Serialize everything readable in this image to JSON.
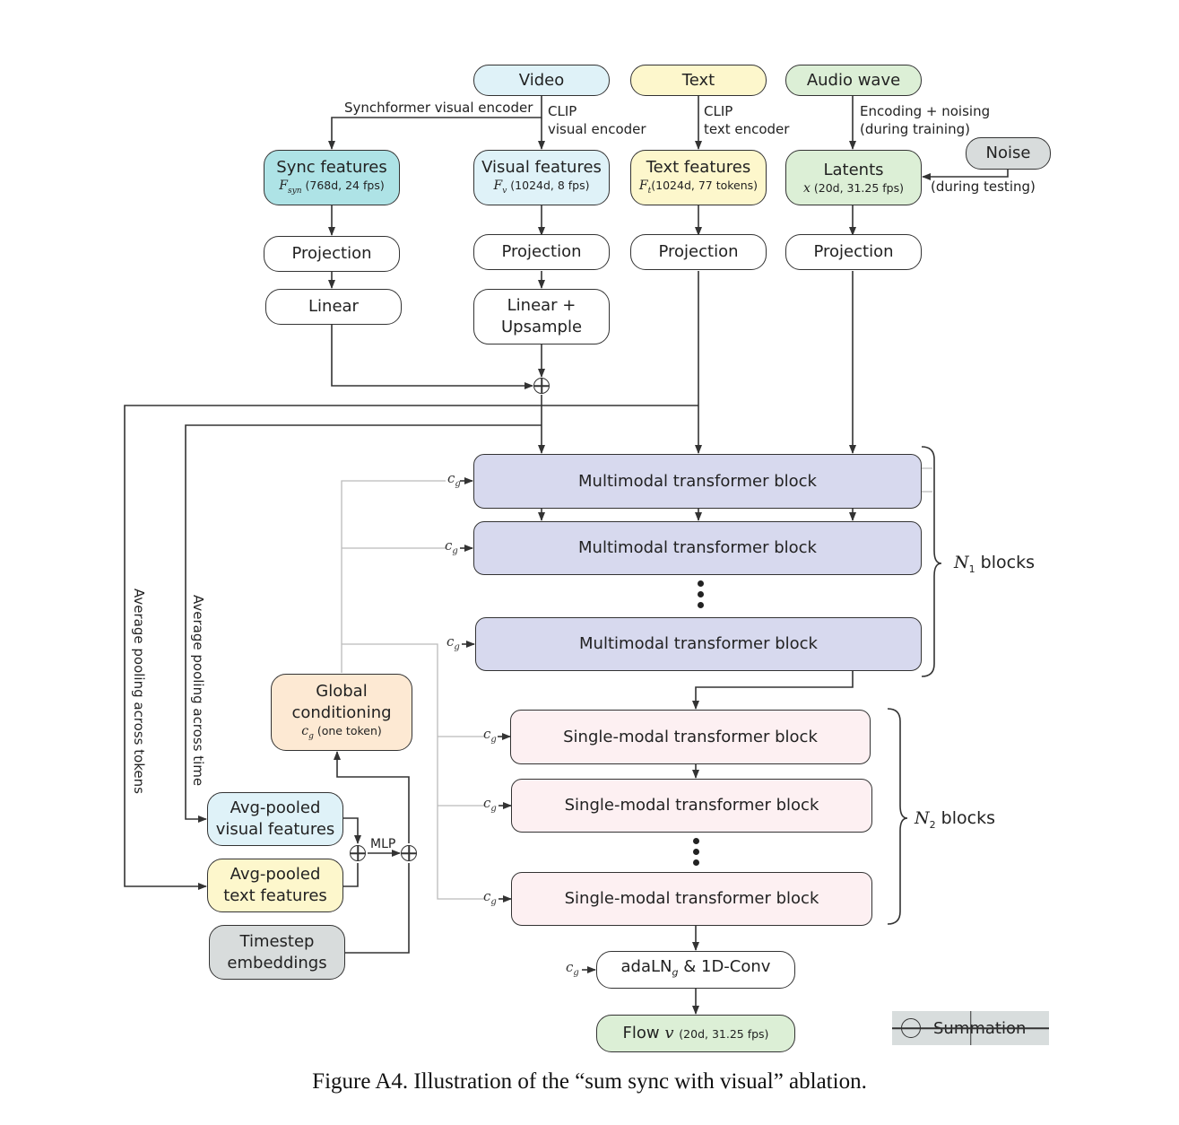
{
  "inputs": {
    "video": "Video",
    "text": "Text",
    "audio": "Audio wave",
    "noise": "Noise"
  },
  "edges": {
    "synchformer": "Synchformer visual encoder",
    "clip_visual_1": "CLIP",
    "clip_visual_2": "visual encoder",
    "clip_text_1": "CLIP",
    "clip_text_2": "text encoder",
    "encoding_1": "Encoding + noising",
    "encoding_2": "(during training)",
    "during_testing": "(during testing)",
    "mlp": "MLP",
    "avg_tokens": "Average pooling across tokens",
    "avg_time": "Average pooling across time"
  },
  "features": {
    "sync": {
      "title": "Sync features",
      "sym": "F",
      "symsub": "syn",
      "detail": "(768d, 24 fps)"
    },
    "visual": {
      "title": "Visual features",
      "sym": "F",
      "symsub": "v",
      "detail": "(1024d, 8 fps)"
    },
    "text": {
      "title": "Text features",
      "sym": "F",
      "symsub": "t",
      "detail": "(1024d, 77 tokens)"
    },
    "latents": {
      "title": "Latents",
      "sym": "x",
      "detail": "(20d, 31.25 fps)"
    }
  },
  "projection": "Projection",
  "linear": "Linear",
  "linear_upsample_1": "Linear +",
  "linear_upsample_2": "Upsample",
  "multimodal_block": "Multimodal transformer block",
  "singlemodal_block": "Single-modal transformer block",
  "n1_blocks": {
    "sym": "N",
    "sub": "1",
    "text": "blocks"
  },
  "n2_blocks": {
    "sym": "N",
    "sub": "2",
    "text": "blocks"
  },
  "global": {
    "line1": "Global",
    "line2": "conditioning",
    "sym": "c",
    "symsub": "g",
    "detail": "(one token)"
  },
  "avg_visual": {
    "line1": "Avg-pooled",
    "line2": "visual features"
  },
  "avg_text": {
    "line1": "Avg-pooled",
    "line2": "text features"
  },
  "timestep": {
    "line1": "Timestep",
    "line2": "embeddings"
  },
  "cg": {
    "sym": "c",
    "sub": "g"
  },
  "adaln": {
    "pre": "adaLN",
    "sub": "g",
    "post": "& 1D-Conv"
  },
  "flow": {
    "pre": "Flow",
    "sym": "v",
    "detail": "(20d, 31.25 fps)"
  },
  "legend": {
    "label": "Summation"
  },
  "caption": "Figure A4. Illustration of the “sum sync with visual” ablation.",
  "colors": {
    "blue": "#dff2f8",
    "teal": "#aee3e6",
    "yellow": "#fdf7cc",
    "green": "#dcefd6",
    "gray": "#d8dcdc",
    "lavender": "#d7d9ee",
    "pink": "#fdf0f2",
    "peach": "#fde9d3"
  }
}
